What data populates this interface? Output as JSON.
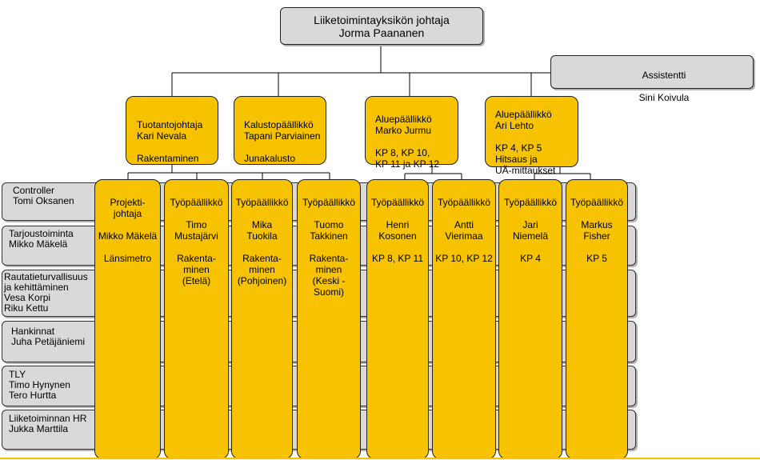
{
  "top": {
    "title": "Liiketoimintayksikön johtaja",
    "name": "Jorma Paananen"
  },
  "assistant": {
    "title": "Assistentti",
    "name": "Sini Koivula"
  },
  "managers": [
    {
      "text": "Tuotantojohtaja\nKari Nevala\n\nRakentaminen"
    },
    {
      "text": "Kalustopäällikkö\nTapani Parviainen\n\nJunakalusto"
    },
    {
      "text": "Aluepäällikkö\nMarko Jurmu\n\nKP 8, KP 10,\nKP 11 ja KP 12"
    },
    {
      "text": "Aluepäällikkö\nAri Lehto\n\nKP 4, KP 5\nHitsaus ja\nUÄ-mittaukset"
    }
  ],
  "rows": [
    {
      "text": "Controller\nTomi Oksanen"
    },
    {
      "text": "Tarjoustoiminta\nMikko Mäkelä"
    },
    {
      "text": "Rautatieturvallisuus\nja kehittäminen\nVesa Korpi\nRiku Kettu"
    },
    {
      "text": "Hankinnat\nJuha Petäjäniemi"
    },
    {
      "text": "TLY\nTimo Hynynen\nTero Hurtta"
    },
    {
      "text": "Liiketoiminnan HR\nJukka Marttila"
    }
  ],
  "columns": [
    {
      "text": "Projekti-\njohtaja\n\nMikko Mäkelä\n\nLänsimetro"
    },
    {
      "text": "Työpäällikkö\n\nTimo\nMustajärvi\n\nRakenta-\nminen\n(Etelä)"
    },
    {
      "text": "Työpäällikkö\n\nMika\nTuokila\n\nRakenta-\nminen\n(Pohjoinen)"
    },
    {
      "text": "Työpäällikkö\n\nTuomo\nTakkinen\n\nRakenta-\nminen\n(Keski -\nSuomi)"
    },
    {
      "text": "Työpäällikkö\n\nHenri\nKosonen\n\nKP 8, KP 11"
    },
    {
      "text": "Työpäällikkö\n\nAntti\nVierimaa\n\nKP 10, KP 12"
    },
    {
      "text": "Työpäällikkö\n\nJari\nNiemelä\n\nKP 4"
    },
    {
      "text": "Työpäällikkö\n\nMarkus\nFisher\n\nKP 5"
    }
  ],
  "colors": {
    "yellow": "#f7c300",
    "gray": "#d9d9d9",
    "line": "#000000"
  }
}
